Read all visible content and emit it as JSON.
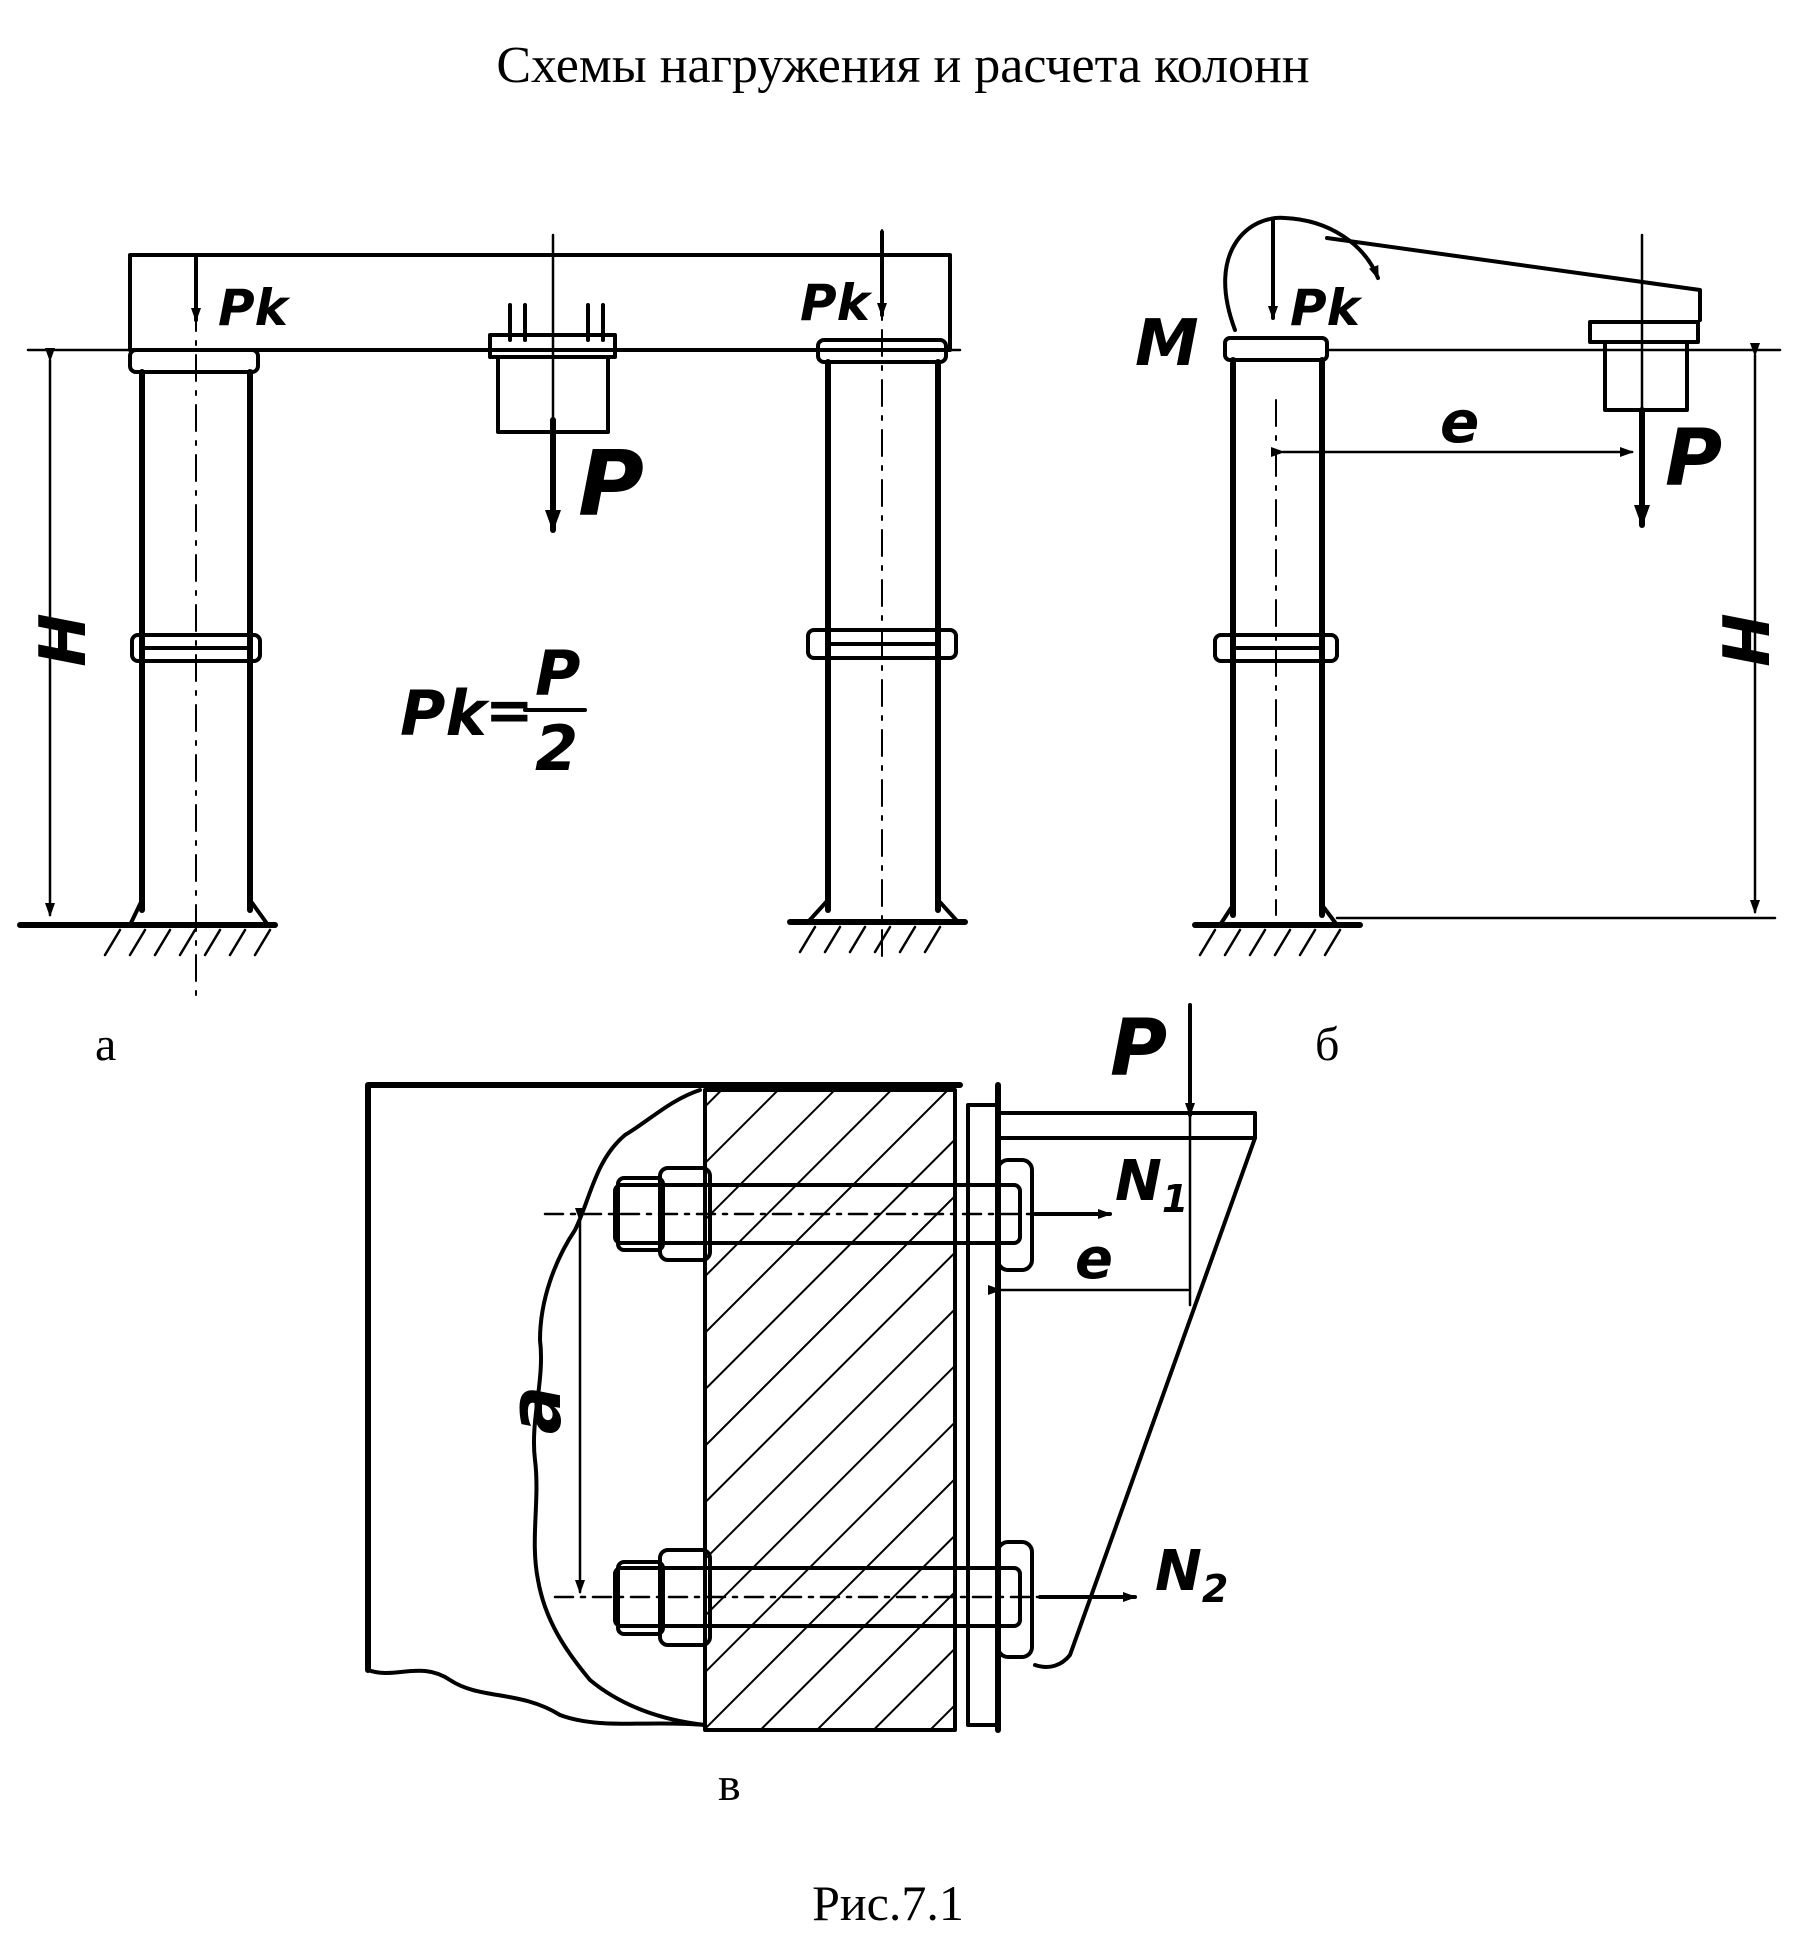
{
  "title": "Схемы нагружения и расчета колонн",
  "caption": "Рис.7.1",
  "panels": {
    "a": {
      "label": "а",
      "load_left": "Pk",
      "load_right": "Pk",
      "load_center": "P",
      "height_label": "H",
      "formula": {
        "lhs": "Pk",
        "eq": "=",
        "num": "P",
        "den": "2"
      }
    },
    "b": {
      "label": "б",
      "moment": "M",
      "load_column": "Pk",
      "load": "P",
      "eccentricity": "e",
      "height_label": "H"
    },
    "c": {
      "label": "в",
      "load": "P",
      "force_top": "N",
      "force_top_index": "1",
      "force_bottom": "N",
      "force_bottom_index": "2",
      "eccentricity": "e",
      "spacing": "a"
    }
  }
}
